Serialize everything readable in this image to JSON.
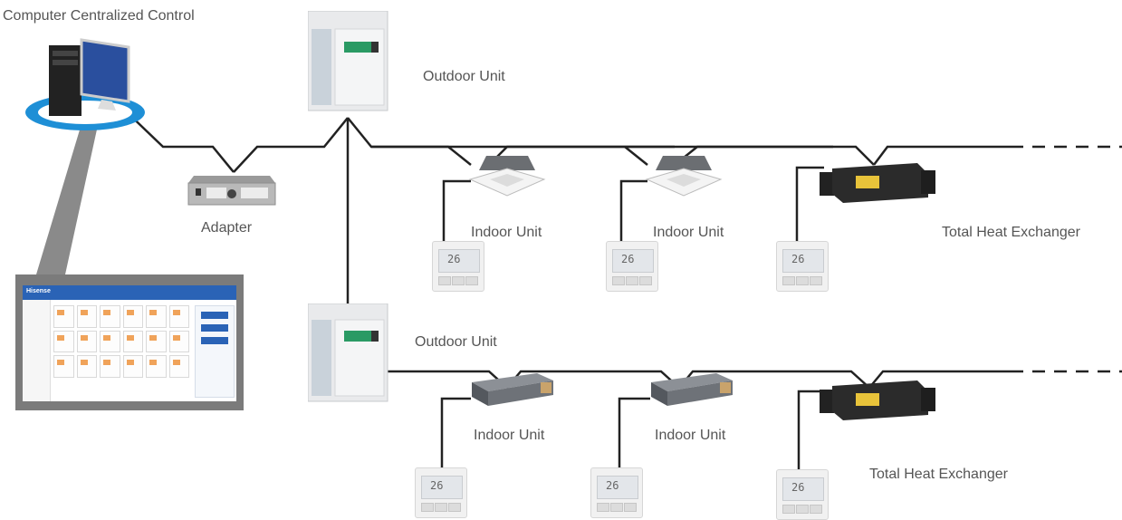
{
  "labels": {
    "computer": "Computer Centralized Control",
    "adapter": "Adapter",
    "outdoor_unit_1": "Outdoor Unit",
    "outdoor_unit_2": "Outdoor Unit",
    "indoor_unit_1": "Indoor Unit",
    "indoor_unit_2": "Indoor Unit",
    "indoor_unit_3": "Indoor Unit",
    "indoor_unit_4": "Indoor Unit",
    "heat_exchanger_1": "Total Heat Exchanger",
    "heat_exchanger_2": "Total Heat Exchanger"
  },
  "brand_badge": "Hisense",
  "thermostat_display": "26",
  "colors": {
    "wire": "#222222",
    "software_frame": "#7b7b7b",
    "monitor_ring": "#1e8fd6",
    "software_header": "#2a63b6"
  },
  "icons": {
    "computer": "desktop-computer-icon",
    "adapter": "adapter-box-icon",
    "outdoor": "outdoor-unit-icon",
    "cassette": "cassette-indoor-unit-icon",
    "duct": "ducted-indoor-unit-icon",
    "exchanger": "heat-exchanger-icon",
    "controller": "wall-controller-icon"
  }
}
